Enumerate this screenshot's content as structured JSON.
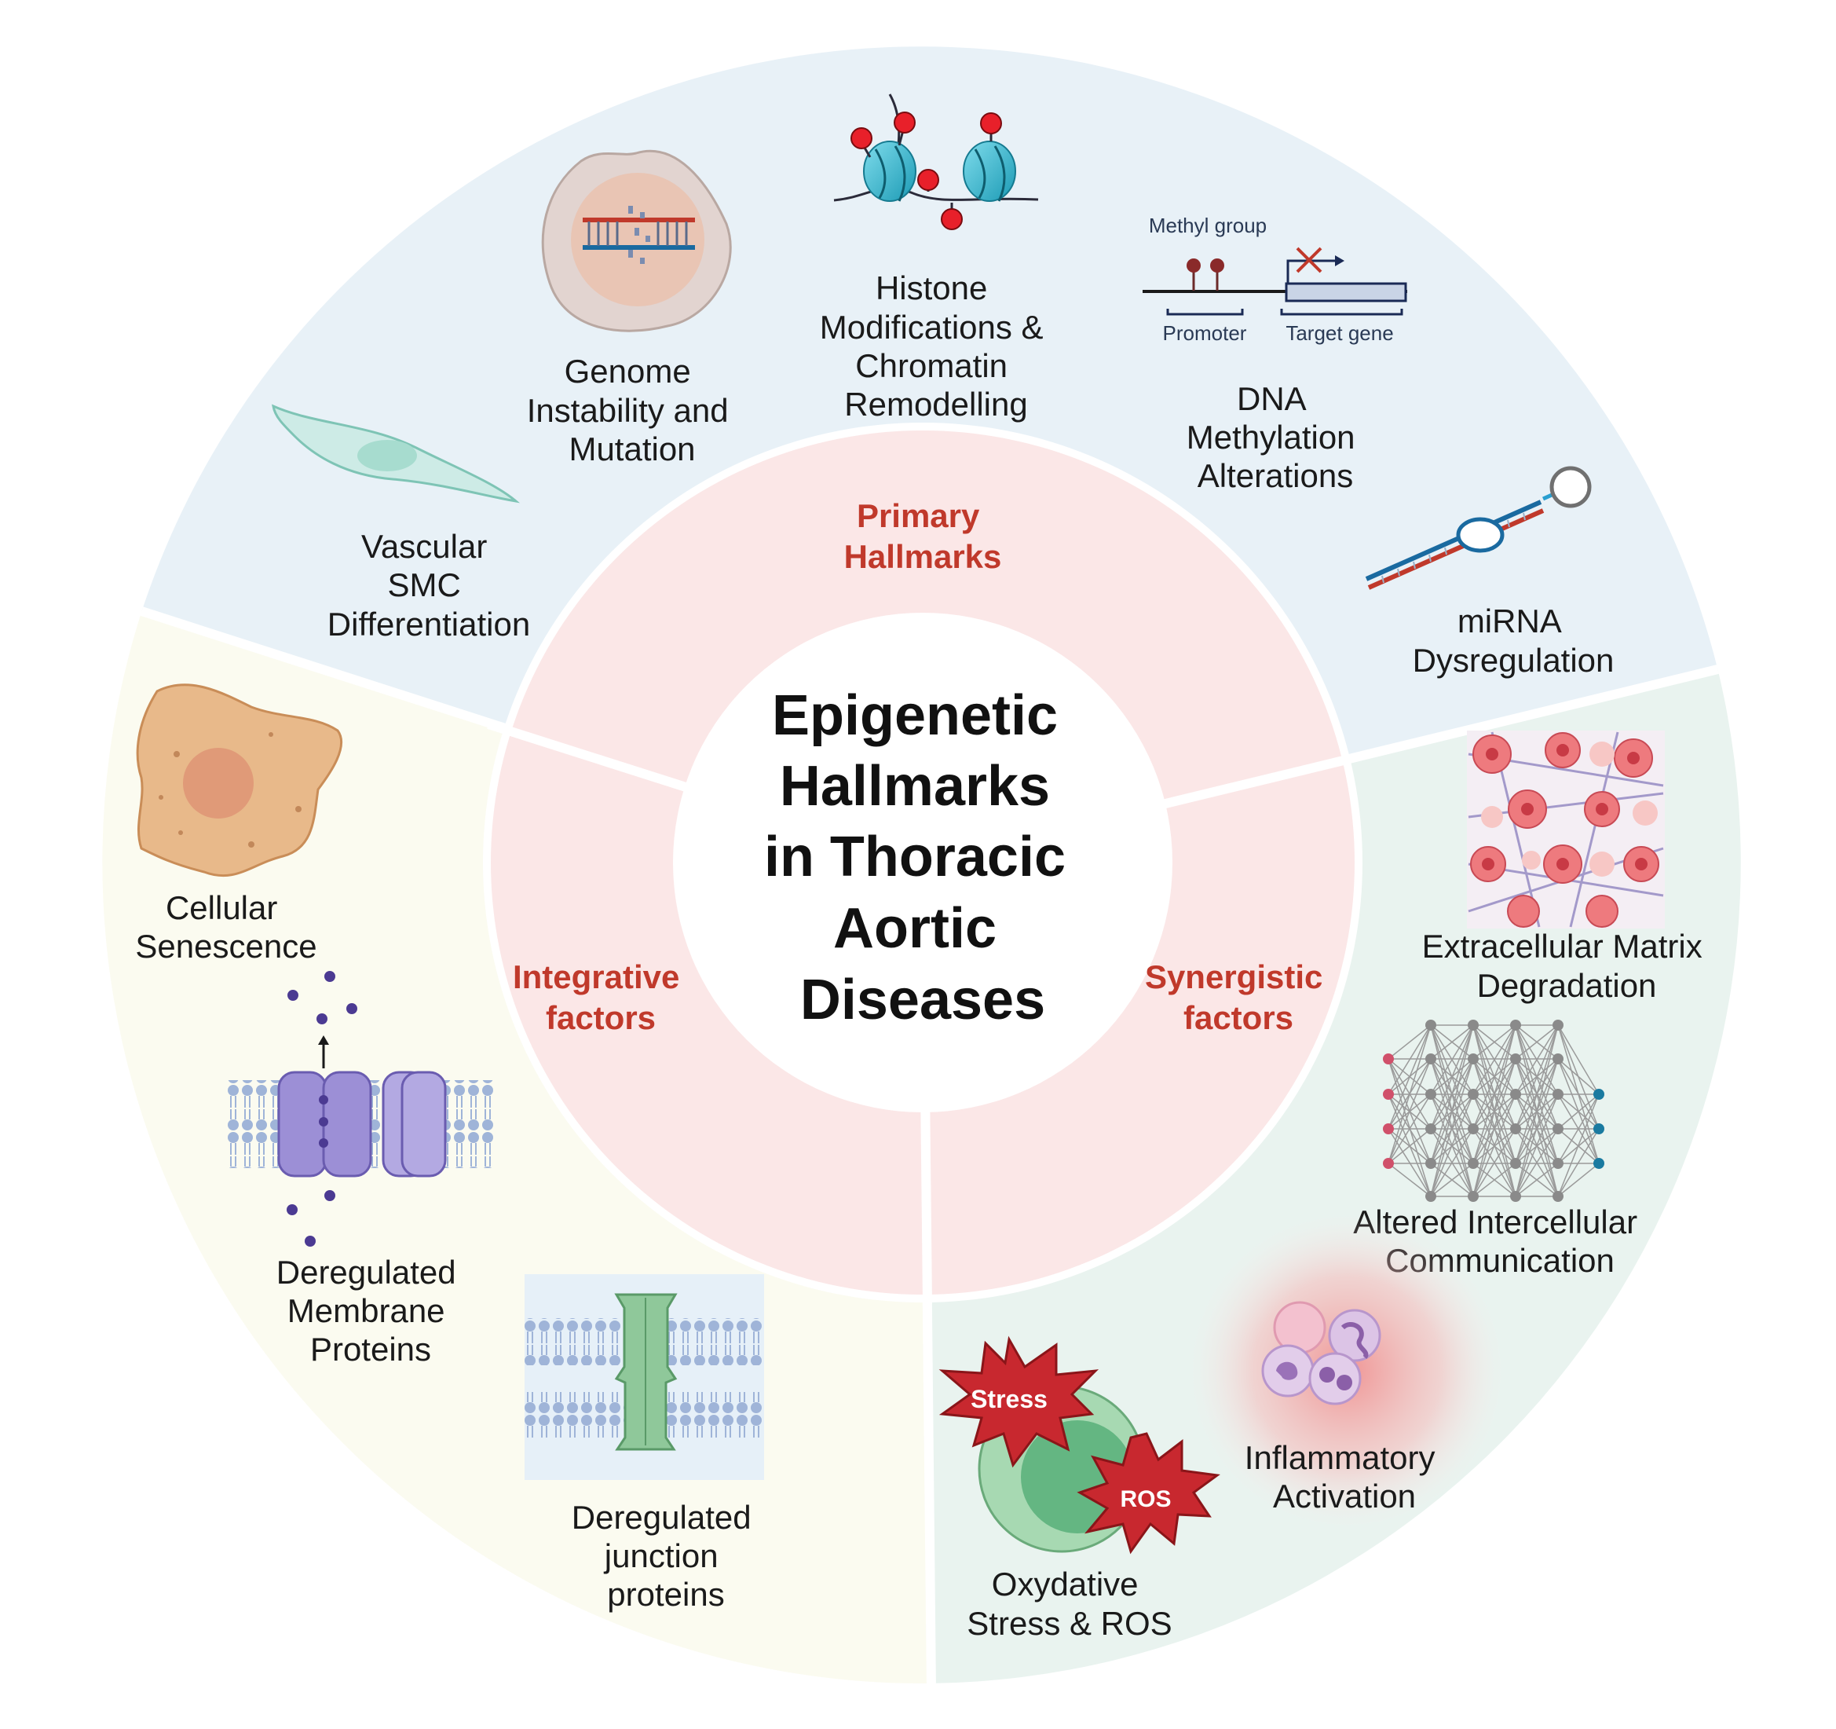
{
  "center": {
    "lines": [
      "Epigenetic",
      "Hallmarks",
      "in Thoracic",
      "Aortic",
      "Diseases"
    ]
  },
  "sectors": {
    "primary": {
      "lines": [
        "Primary",
        "Hallmarks"
      ]
    },
    "integrative": {
      "lines": [
        "Integrative",
        "factors"
      ]
    },
    "synergistic": {
      "lines": [
        "Synergistic",
        "factors"
      ]
    }
  },
  "hallmarks": {
    "histone": {
      "lines": [
        "Histone",
        "Modifications &",
        "Chromatin",
        "Remodelling"
      ],
      "icon": "nucleosome-icon"
    },
    "genome": {
      "lines": [
        "Genome",
        "Instability and",
        "Mutation"
      ],
      "icon": "nucleus-dna-icon"
    },
    "dna_methylation": {
      "lines": [
        "DNA",
        "Methylation",
        "Alterations"
      ],
      "icon": "methylation-diagram-icon"
    },
    "vascular_smc": {
      "lines": [
        "Vascular",
        "SMC",
        "Differentiation"
      ],
      "icon": "smooth-muscle-cell-icon"
    },
    "mirna": {
      "lines": [
        "miRNA",
        "Dysregulation"
      ],
      "icon": "mirna-hairpin-icon"
    },
    "cellular_senescence": {
      "lines": [
        "Cellular",
        "Senescence"
      ],
      "icon": "senescent-cell-icon"
    },
    "membrane_proteins": {
      "lines": [
        "Deregulated",
        "Membrane",
        "Proteins"
      ],
      "icon": "ion-channel-icon"
    },
    "junction_proteins": {
      "lines": [
        "Deregulated",
        "junction",
        "proteins"
      ],
      "icon": "junction-protein-icon"
    },
    "ecm": {
      "lines": [
        "Extracellular Matrix",
        "Degradation"
      ],
      "icon": "tissue-matrix-icon"
    },
    "intercellular": {
      "lines": [
        "Altered Intercellular",
        "Communication"
      ],
      "icon": "network-icon"
    },
    "inflammatory": {
      "lines": [
        "Inflammatory",
        "Activation"
      ],
      "icon": "immune-cells-icon"
    },
    "oxidative": {
      "lines": [
        "Oxydative",
        "Stress & ROS"
      ],
      "icon": "stress-ros-icon"
    }
  },
  "methylation_diagram": {
    "methyl_label": "Methyl group",
    "promoter_label": "Promoter",
    "target_label": "Target gene"
  },
  "stress_badges": {
    "stress": "Stress",
    "ros": "ROS"
  },
  "colors": {
    "accent_red": "#c0392b",
    "primary_sector_bg": "#e8f1f7",
    "integrative_sector_bg": "#fbfbf0",
    "synergistic_sector_bg": "#e9f3ef",
    "inner_ring_bg": "#fbe7e7"
  }
}
